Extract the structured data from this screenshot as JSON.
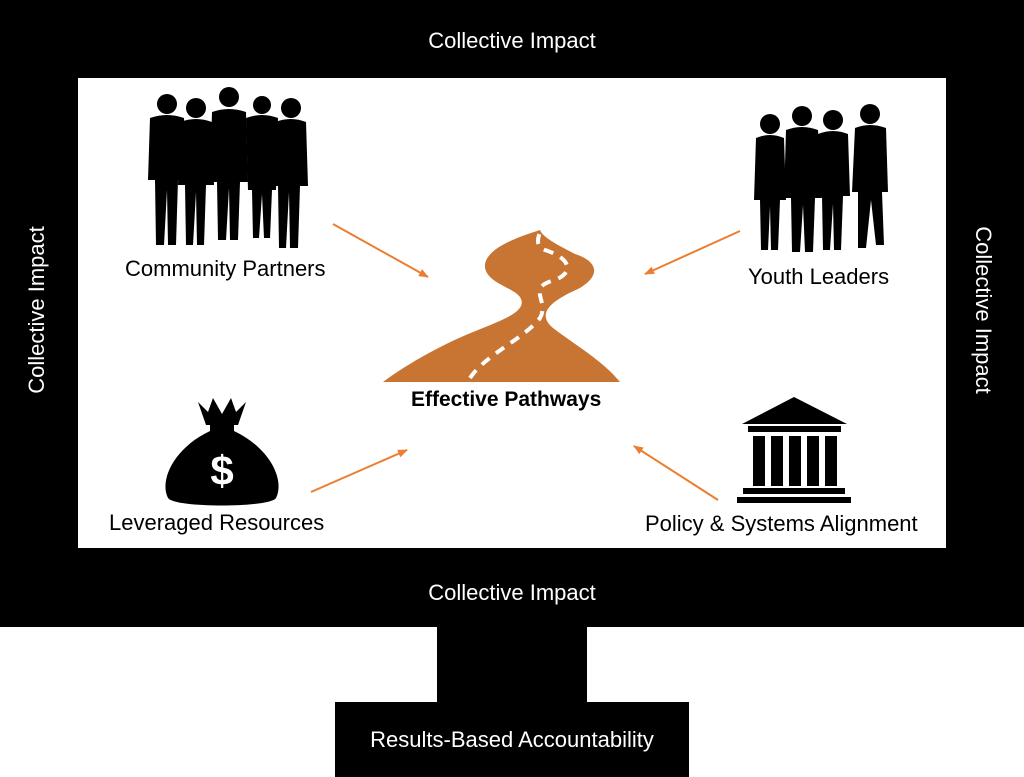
{
  "frame": {
    "top_label": "Collective Impact",
    "bottom_label": "Collective Impact",
    "left_label": "Collective Impact",
    "right_label": "Collective Impact"
  },
  "center": {
    "label": "Effective Pathways",
    "icon": "road-icon"
  },
  "nodes": [
    {
      "label": "Community Partners",
      "icon": "business-people-icon"
    },
    {
      "label": "Youth Leaders",
      "icon": "youth-group-icon"
    },
    {
      "label": "Leveraged Resources",
      "icon": "money-bag-icon"
    },
    {
      "label": "Policy & Systems Alignment",
      "icon": "government-building-icon"
    }
  ],
  "base": {
    "label": "Results-Based Accountability"
  },
  "colors": {
    "frame": "#000000",
    "arrow": "#ed7d31",
    "road": "#c87533"
  }
}
